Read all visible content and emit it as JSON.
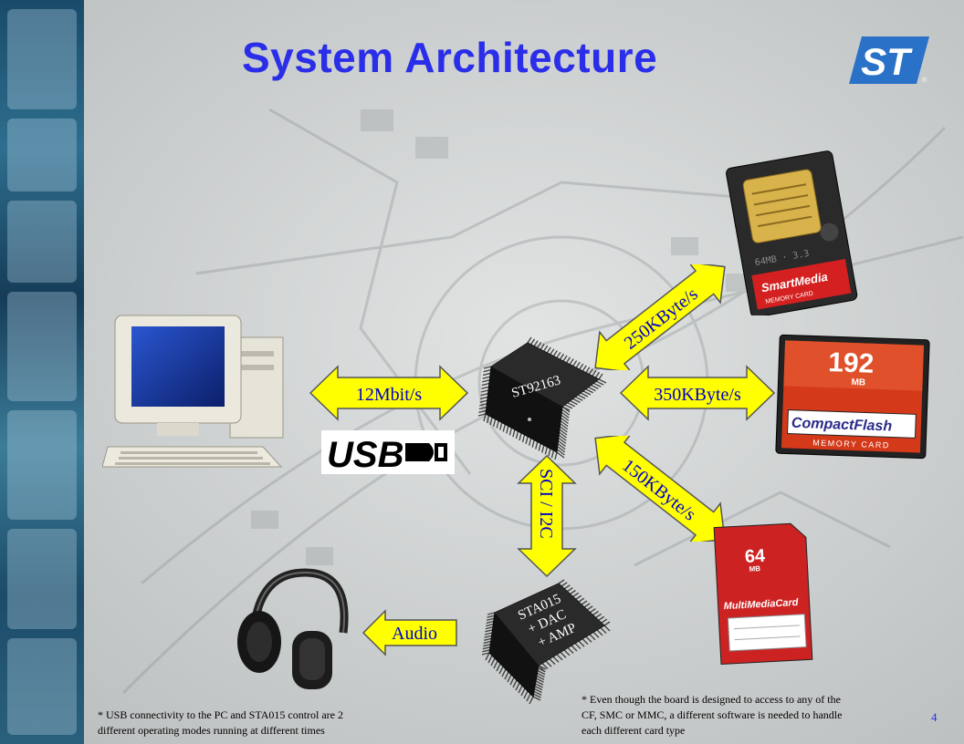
{
  "title": "System Architecture",
  "chips": {
    "main": "ST92163",
    "audio_lines": [
      "STA015",
      "+ DAC",
      "+ AMP"
    ]
  },
  "links": {
    "usb": "12Mbit/s",
    "smartmedia": "250KByte/s",
    "compactflash": "350KByte/s",
    "mmc": "150KByte/s",
    "sci": "SCI / I2C",
    "audio": "Audio"
  },
  "cards": {
    "smartmedia_brand": "SmartMedia",
    "smartmedia_sub": "MEMORY CARD",
    "smartmedia_cap": "64MB · 3.3",
    "cf_cap": "192",
    "cf_unit": "MB",
    "cf_brand": "CompactFlash",
    "cf_sub": "MEMORY CARD",
    "mmc_cap": "64",
    "mmc_unit": "MB",
    "mmc_brand": "MultiMediaCard"
  },
  "usb_logo": "USB",
  "notes": {
    "left_line1": "* USB connectivity to the PC and STA015 control are 2",
    "left_line2": "different operating modes running at different times",
    "right_line1": "* Even though the board is designed to access to any of the",
    "right_line2": "CF, SMC or MMC, a different software is needed to handle",
    "right_line3": "each different card type"
  },
  "page_number": "4",
  "colors": {
    "title": "#2a2ee8",
    "arrow_fill": "#ffff00",
    "arrow_label": "#0000cc",
    "chip_body": "#1a1a1a"
  }
}
